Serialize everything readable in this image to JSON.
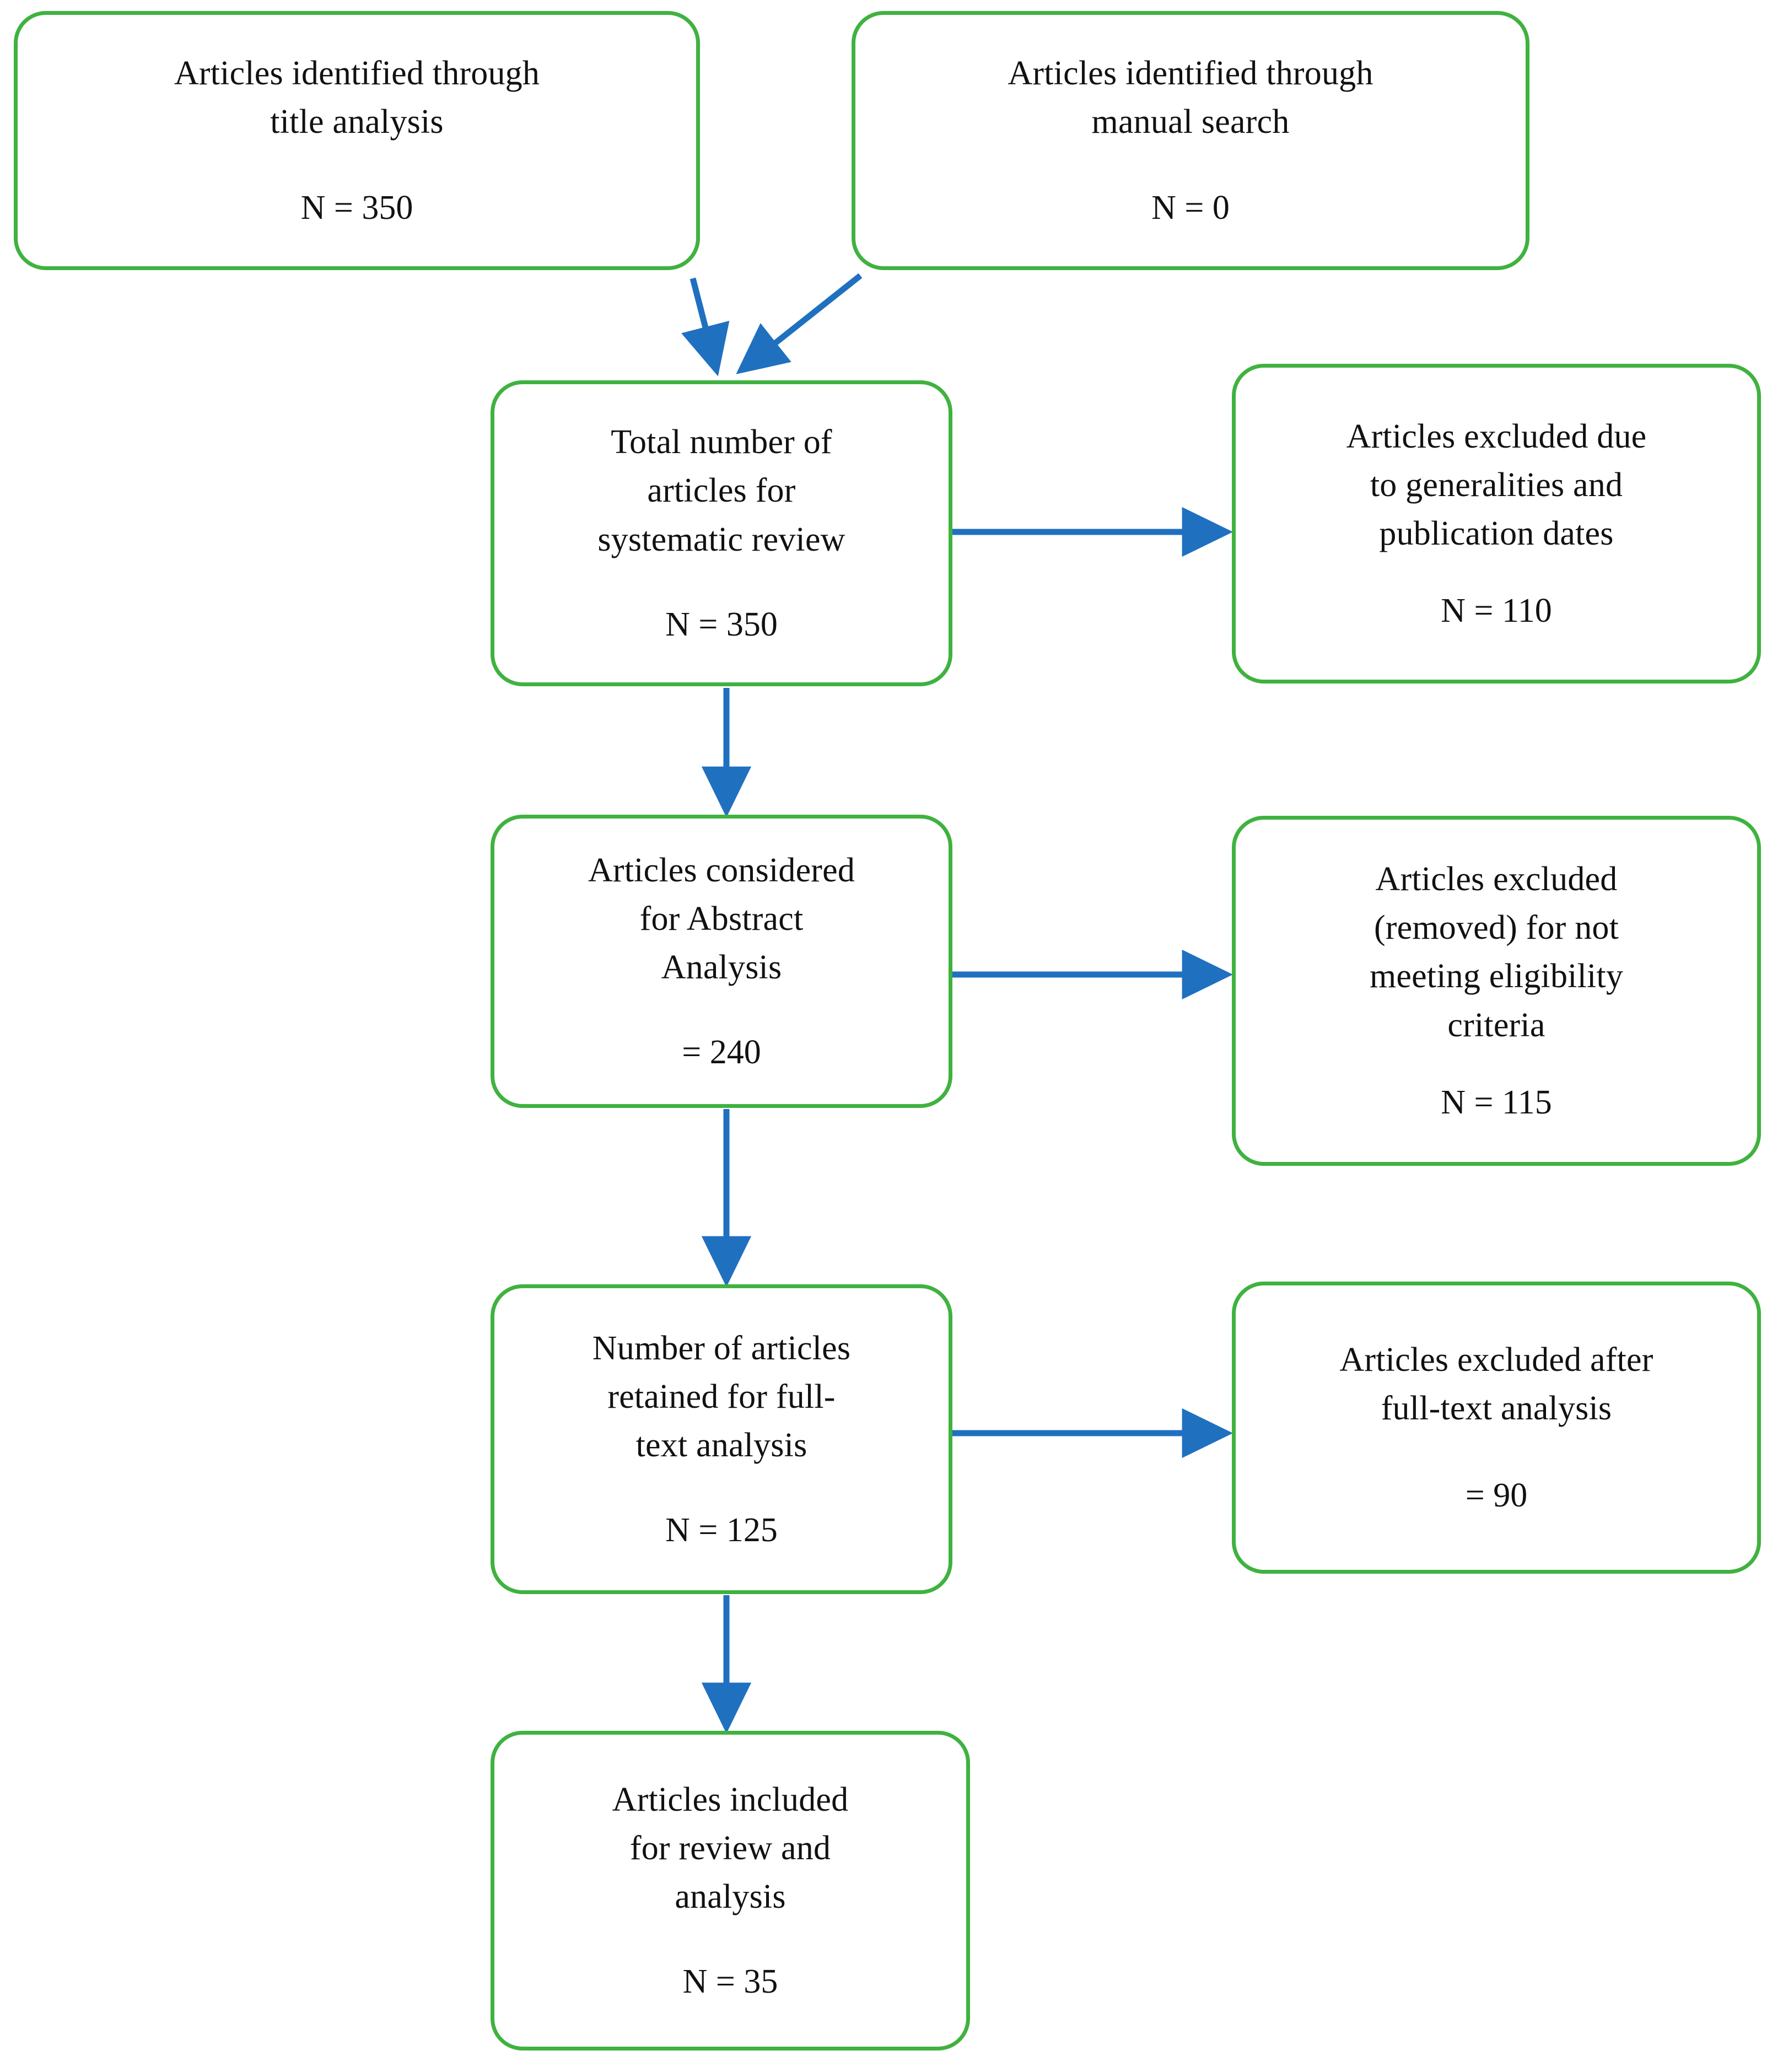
{
  "diagram": {
    "kind": "prisma-flow-diagram",
    "colors": {
      "box_border": "#3FB23F",
      "arrow": "#2070C0",
      "text": "#111111",
      "background": "#FFFFFF"
    }
  },
  "nodes": {
    "title_analysis": {
      "title": "Articles identified through\ntitle analysis",
      "count": "N = 350"
    },
    "manual_search": {
      "title": "Articles identified through\nmanual search",
      "count": "N = 0"
    },
    "total_articles": {
      "title": "Total number of\narticles for\nsystematic review",
      "count": "N = 350"
    },
    "excluded_generalities": {
      "title": "Articles excluded due\nto generalities and\npublication dates",
      "count": "N = 110"
    },
    "abstract_analysis": {
      "title": "Articles considered\nfor Abstract\nAnalysis",
      "count": "= 240"
    },
    "excluded_eligibility": {
      "title": "Articles excluded\n(removed) for not\nmeeting eligibility\ncriteria",
      "count": "N = 115"
    },
    "fulltext_retained": {
      "title": "Number of articles\nretained for full-\ntext analysis",
      "count": "N = 125"
    },
    "excluded_fulltext": {
      "title": "Articles excluded after\nfull-text analysis",
      "count": "= 90"
    },
    "included_review": {
      "title": "Articles included\nfor review and\nanalysis",
      "count": "N = 35"
    }
  },
  "edges": [
    {
      "from": "title_analysis",
      "to": "total_articles",
      "direction": "diagonal-down-right"
    },
    {
      "from": "manual_search",
      "to": "total_articles",
      "direction": "diagonal-down-left"
    },
    {
      "from": "total_articles",
      "to": "excluded_generalities",
      "direction": "right"
    },
    {
      "from": "total_articles",
      "to": "abstract_analysis",
      "direction": "down"
    },
    {
      "from": "abstract_analysis",
      "to": "excluded_eligibility",
      "direction": "right"
    },
    {
      "from": "abstract_analysis",
      "to": "fulltext_retained",
      "direction": "down"
    },
    {
      "from": "fulltext_retained",
      "to": "excluded_fulltext",
      "direction": "right"
    },
    {
      "from": "fulltext_retained",
      "to": "included_review",
      "direction": "down"
    }
  ]
}
